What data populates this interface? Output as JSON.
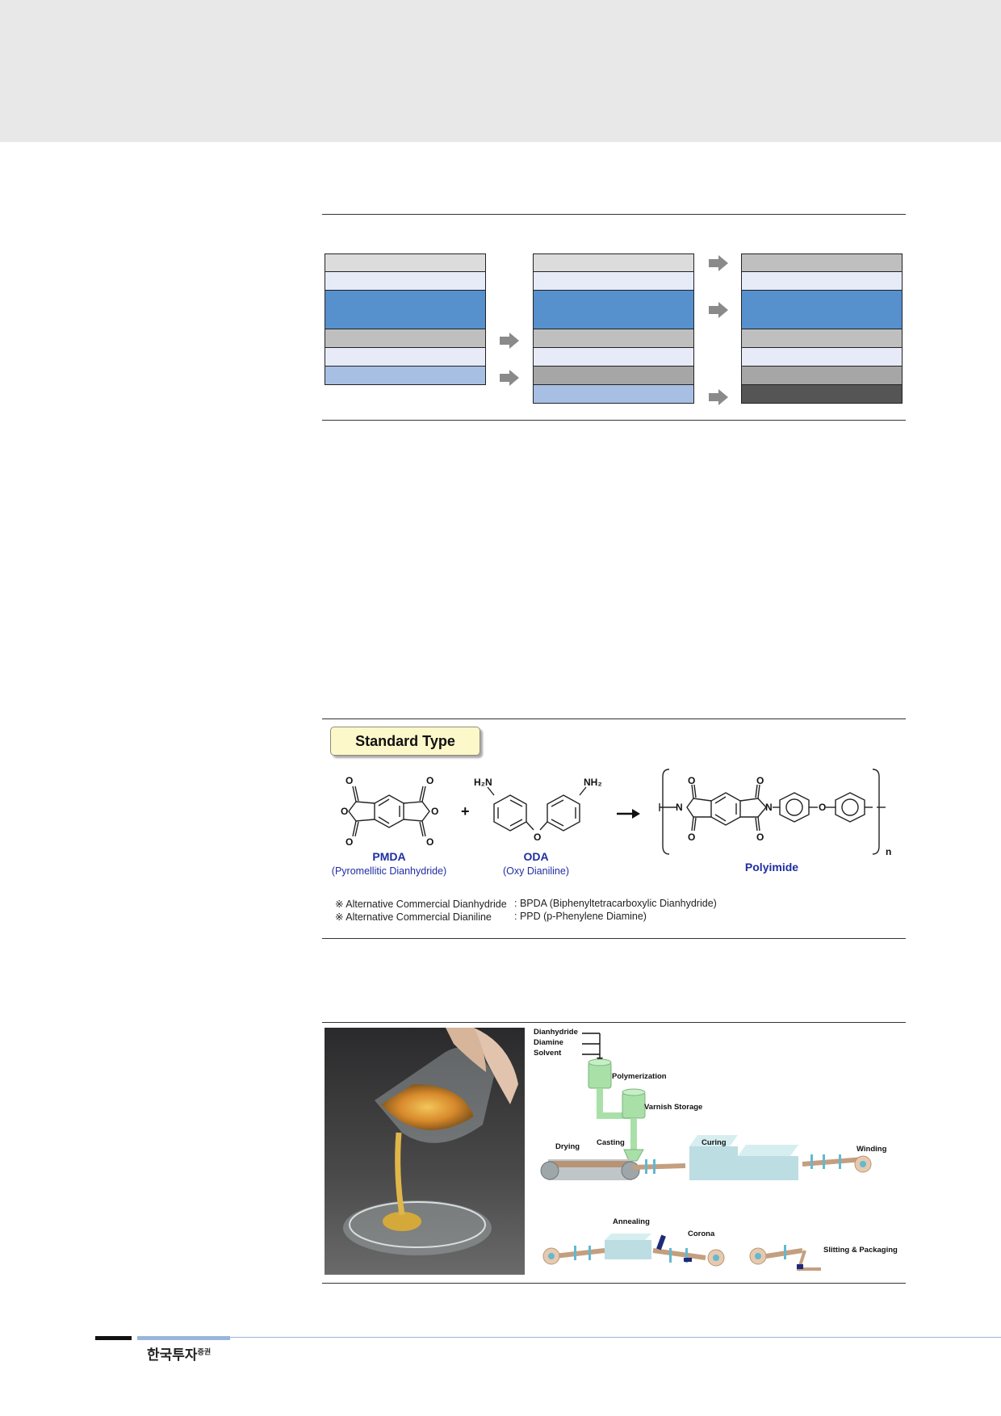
{
  "colors": {
    "layer_light_gray": "#dcdcdc",
    "layer_pale_blue": "#e7eaf7",
    "layer_blue": "#5690cd",
    "layer_mid_gray": "#bfbfbf",
    "layer_light_blue": "#a8bfe4",
    "layer_dark_gray": "#a6a6a6",
    "layer_charcoal": "#555555",
    "arrow_gray": "#8a8a8a",
    "chem_blue": "#1f2ea1",
    "badge_fill": "#fdf8c9"
  },
  "chemistry": {
    "badge": "Standard Type",
    "reactant1": {
      "name": "PMDA",
      "full": "(Pyromellitic Dianhydride)"
    },
    "reactant2": {
      "name": "ODA",
      "full": "(Oxy Dianiline)"
    },
    "product": {
      "name": "Polyimide"
    },
    "atom_O": "O",
    "atom_N": "N",
    "amine": "H₂N",
    "amine2": "NH₂",
    "plus": "+",
    "repeat": "n",
    "notes": [
      {
        "label": "※ Alternative Commercial Dianhydride",
        "value": ": BPDA (Biphenyltetracarboxylic  Dianhydride)"
      },
      {
        "label": "※ Alternative Commercial Dianiline",
        "value": ": PPD (p-Phenylene  Diamine)"
      }
    ]
  },
  "process": {
    "labels": {
      "dianhydride": "Dianhydride",
      "diamine": "Diamine",
      "solvent": "Solvent",
      "polymerization": "Polymerization",
      "varnish": "Varnish Storage",
      "drying": "Drying",
      "casting": "Casting",
      "curing": "Curing",
      "winding": "Winding",
      "annealing": "Annealing",
      "corona": "Corona",
      "slitting": "Slitting & Packaging"
    }
  },
  "footer": {
    "brand": "한국투자",
    "brand_sup": "증권"
  }
}
